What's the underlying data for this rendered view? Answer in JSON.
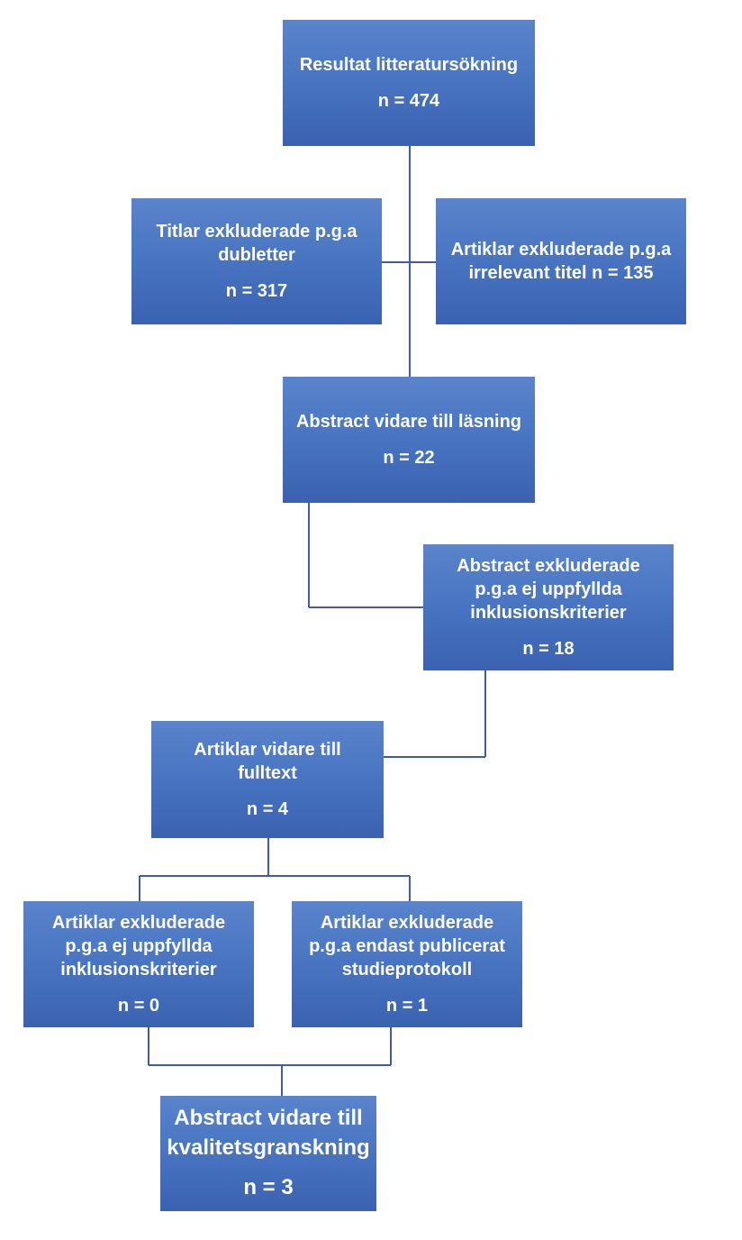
{
  "boxes": {
    "resultat": {
      "text": "Resultat  litteratursökning",
      "n": "n = 474"
    },
    "dubletter": {
      "text": "Titlar  exkluderade p.g.a\ndubletter",
      "n": "n = 317"
    },
    "irrelevant": {
      "text": "Artiklar exkluderade p.g.a\nirrelevant titel  n = 135"
    },
    "abstract_lasning": {
      "text": "Abstract vidare till läsning",
      "n": "n = 22"
    },
    "abstract_exkl": {
      "text": "Abstract exkluderade\np.g.a ej uppfyllda\ninklusionskriterier",
      "n": "n = 18"
    },
    "fulltext": {
      "text": "Artiklar vidare till\nfulltext",
      "n": "n = 4"
    },
    "artiklar_exkl_inkl": {
      "text": "Artiklar exkluderade\np.g.a ej uppfyllda\ninklusionskriterier",
      "n": "n = 0"
    },
    "artiklar_exkl_protokoll": {
      "text": "Artiklar exkluderade\np.g.a endast publicerat\nstudieprotokoll",
      "n": "n = 1"
    },
    "kvalitet": {
      "text": "Abstract vidare till\nkvalitetsgranskning",
      "n": "n = 3"
    }
  }
}
